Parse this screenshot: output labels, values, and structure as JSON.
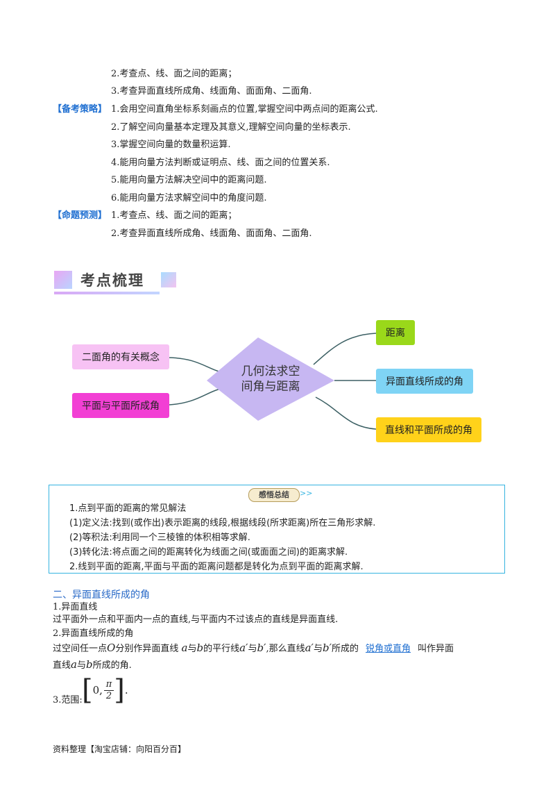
{
  "objectives": {
    "line2": "2.考查点、线、面之间的距离；",
    "line3": "3.考查异面直线所成角、线面角、面面角、二面角."
  },
  "strategy": {
    "tag": "【备考策略】",
    "items": [
      "1.会用空间直角坐标系刻画点的位置,掌握空间中两点间的距离公式.",
      "2.了解空间向量基本定理及其意义,理解空间向量的坐标表示.",
      "3.掌握空间向量的数量积运算.",
      "4.能用向量方法判断或证明点、线、面之间的位置关系.",
      "5.能用向量方法解决空间中的距离问题.",
      "6.能用向量方法求解空间中的角度问题."
    ]
  },
  "prediction": {
    "tag": "【命题预测】",
    "items": [
      "1.考查点、线、面之间的距离；",
      "2.考查异面直线所成角、线面角、面面角、二面角."
    ]
  },
  "section_heading": "考点梳理",
  "mindmap": {
    "center": [
      "几何法求空",
      "间角与距离"
    ],
    "left": [
      {
        "label": "二面角的有关概念",
        "color": "#f7c2f4"
      },
      {
        "label": "平面与平面所成角",
        "color": "#f23fd4"
      }
    ],
    "right": [
      {
        "label": "距离",
        "color": "#9ad81a"
      },
      {
        "label": "异面直线所成的角",
        "color": "#7fd4f5"
      },
      {
        "label": "直线和平面所成的角",
        "color": "#ffd21a"
      }
    ],
    "center_color": "#c7b7f2"
  },
  "summary": {
    "title": "感悟总结",
    "arrow": ">>",
    "lines": [
      "1.点到平面的距离的常见解法",
      "(1)定义法:找到(或作出)表示距离的线段,根据线段(所求距离)所在三角形求解.",
      "(2)等积法:利用同一个三棱锥的体积相等求解.",
      "(3)转化法:将点面之间的距离转化为线面之间(或面面之间)的距离求解.",
      "2.线到平面的距离,平面与平面的距离问题都是转化为点到平面的距离求解."
    ]
  },
  "section2": {
    "title": "二、异面直线所成的角",
    "h1": "1.异面直线",
    "p1": "过平面外一点和平面内一点的直线,与平面内不过该点的直线是异面直线.",
    "h2": "2.异面直线所成的角",
    "p2a": "过空间任一点",
    "var_O": "O",
    "p2b": "分别作异面直线",
    "var_a": "a",
    "p2c": "与",
    "var_b": "b",
    "p2d": "的平行线",
    "var_ap": "a′",
    "p2e": "与",
    "var_bp": "b′",
    "p2f": ",那么直线",
    "var_ap2": "a′",
    "p2g": "与",
    "var_bp2": "b′",
    "p2h": "所成的",
    "fill": "锐角或直角",
    "p2i": "叫作异面",
    "p3a": "直线",
    "var_a2": "a",
    "p3b": "与",
    "var_b2": "b",
    "p3c": "所成的角.",
    "h3": "3.范围:",
    "range_left": "0,",
    "range_num": "π",
    "range_den": "2",
    "range_end": "."
  },
  "footer": "资料整理【淘宝店铺：向阳百分百】"
}
